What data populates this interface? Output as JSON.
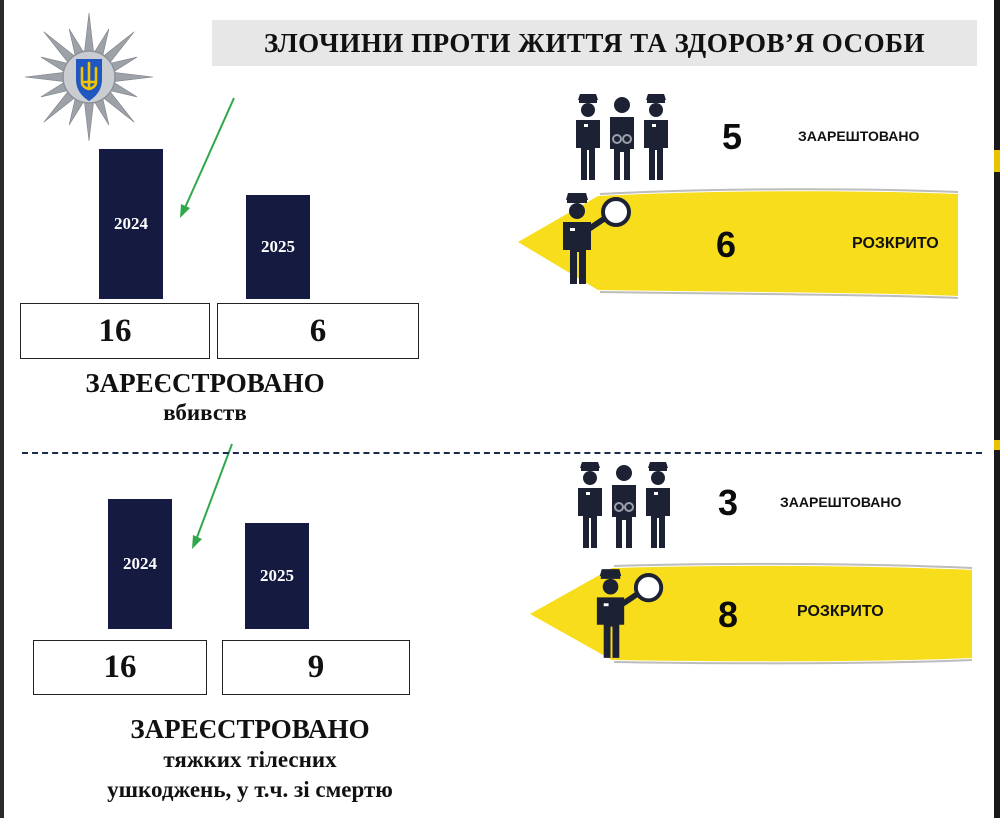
{
  "title": "ЗЛОЧИНИ ПРОТИ ЖИТТЯ ТА ЗДОРОВ’Я ОСОБИ",
  "colors": {
    "bar": "#151a40",
    "ribbon": "#f7dd1c",
    "arrow": "#2fa84a",
    "title_bg": "#e7e7e7"
  },
  "sections": [
    {
      "bars": [
        {
          "year": "2024",
          "value": "16"
        },
        {
          "year": "2025",
          "value": "6"
        }
      ],
      "label_main": "ЗАРЕЄСТРОВАНО",
      "label_sub": [
        "вбивств"
      ],
      "arrested_count": "5",
      "arrested_label": "ЗААРЕШТОВАНО",
      "solved_count": "6",
      "solved_label": "РОЗКРИТО"
    },
    {
      "bars": [
        {
          "year": "2024",
          "value": "16"
        },
        {
          "year": "2025",
          "value": "9"
        }
      ],
      "label_main": "ЗАРЕЄСТРОВАНО",
      "label_sub": [
        "тяжких тілесних",
        "ушкоджень, у т.ч. зі смертю"
      ],
      "arrested_count": "3",
      "arrested_label": "ЗААРЕШТОВАНО",
      "solved_count": "8",
      "solved_label": "РОЗКРИТО"
    }
  ],
  "icons": {
    "emblem": "police-star-emblem-icon",
    "arrest": "police-arrest-group-icon",
    "investigator": "police-magnifier-icon"
  }
}
